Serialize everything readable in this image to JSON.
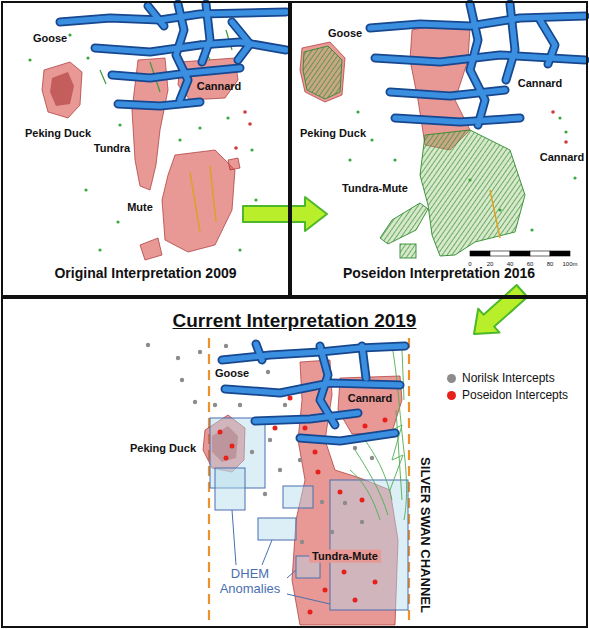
{
  "diagram": {
    "nodes": [
      {
        "text": [
          "Original Interpretation 2009"
        ]
      },
      {
        "text": [
          "Poseidon Interpretation 2016"
        ]
      },
      {
        "text": [
          "Current Interpretation 2019"
        ]
      }
    ],
    "edges": [
      {
        "from": 0,
        "to": 1,
        "arrow": "to"
      },
      {
        "from": 1,
        "to": 2,
        "arrow": "to"
      }
    ],
    "labels": [
      "Goose",
      "Peking Duck",
      "Cannard",
      "Tundra",
      "Mute",
      "Goose",
      "Cannard",
      "Peking Duck",
      "Cannard",
      "Tundra-Mute",
      "0",
      "20",
      "40",
      "60",
      "80",
      "100m",
      "Goose",
      "Cannard",
      "Peking Duck",
      "Tundra-Mute",
      "DHEM Anomalies",
      "SILVER SWAN CHANNEL"
    ],
    "legend": [
      {
        "text": "Norilsk Intercepts",
        "color": "#8c8c8c"
      },
      {
        "text": "Poseidon Intercepts",
        "color": "#e8201c"
      }
    ]
  }
}
